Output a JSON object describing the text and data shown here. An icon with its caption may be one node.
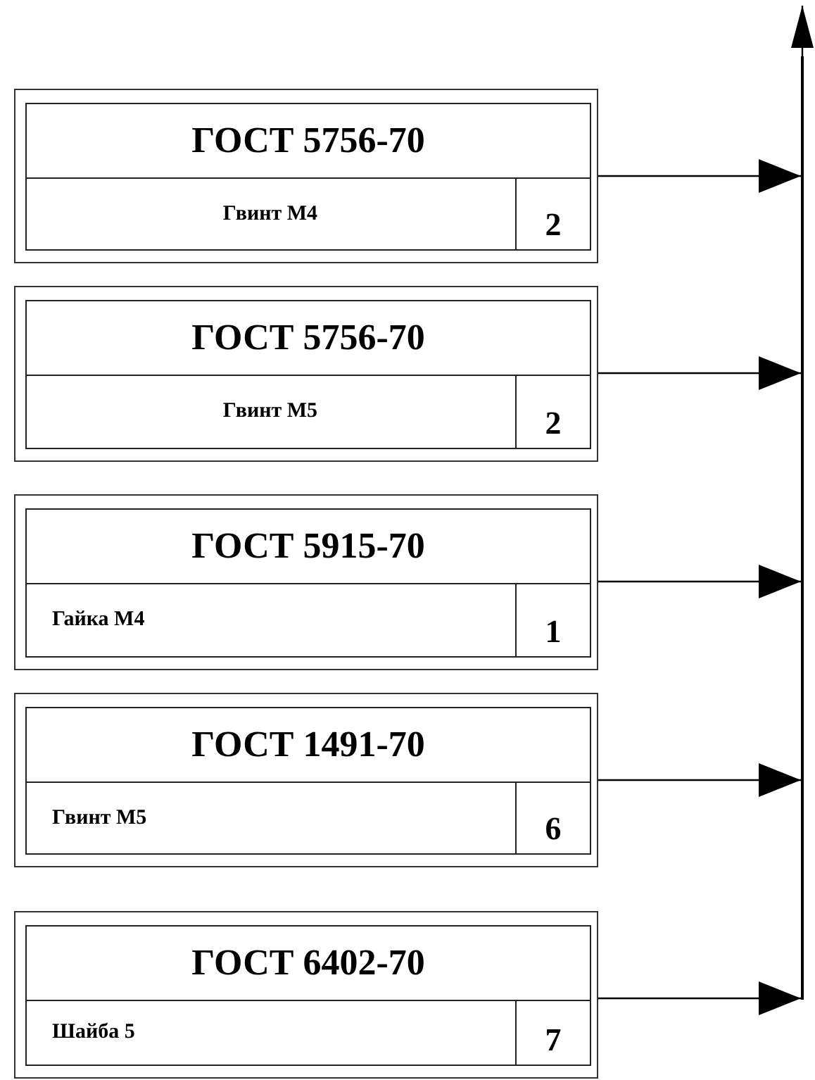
{
  "diagram": {
    "nodes": [
      {
        "text": [
          "ГОСТ 5756-70",
          "Гвинт М4",
          "2"
        ]
      },
      {
        "text": [
          "ГОСТ 5756-70",
          "Гвинт М5",
          "2"
        ]
      },
      {
        "text": [
          "ГОСТ 5915-70",
          "Гайка М4",
          "1"
        ]
      },
      {
        "text": [
          "ГОСТ 1491-70",
          "Гвинт М5",
          "6"
        ]
      },
      {
        "text": [
          "ГОСТ 6402-70",
          "Шайба 5",
          "7"
        ]
      },
      {
        "text": [],
        "shape": "bar"
      }
    ],
    "edges": [
      {
        "from": 0,
        "to": 5,
        "arrow": "to"
      },
      {
        "from": 1,
        "to": 5,
        "arrow": "to"
      },
      {
        "from": 2,
        "to": 5,
        "arrow": "to"
      },
      {
        "from": 3,
        "to": 5,
        "arrow": "to"
      },
      {
        "from": 4,
        "to": 5,
        "arrow": "to"
      },
      {
        "from": 5,
        "to": null,
        "arrow": "to"
      }
    ]
  }
}
